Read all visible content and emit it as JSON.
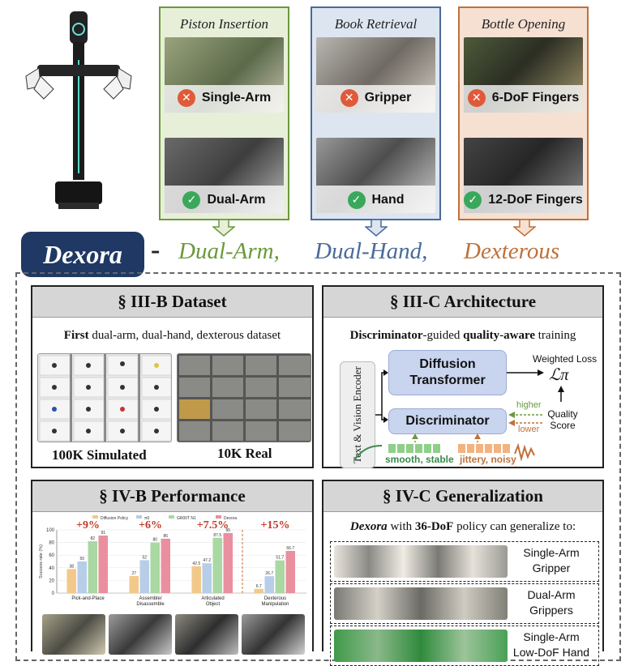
{
  "tasks": [
    {
      "title": "Piston Insertion",
      "fail": "Single-Arm",
      "pass": "Dual-Arm",
      "color": "#6a9a3c",
      "bg": "#e7efd9"
    },
    {
      "title": "Book Retrieval",
      "fail": "Gripper",
      "pass": "Hand",
      "color": "#4a6a9a",
      "bg": "#dde5f1"
    },
    {
      "title": "Bottle Opening",
      "fail": "6-DoF Fingers",
      "pass": "12-DoF Fingers",
      "color": "#c0703a",
      "bg": "#f6e0d2"
    }
  ],
  "brand": "Dexora",
  "dash": "-",
  "words": [
    {
      "text": "Dual-Arm,",
      "color": "#6a9a3c"
    },
    {
      "text": "Dual-Hand,",
      "color": "#4a6a9a"
    },
    {
      "text": "Dexterous",
      "color": "#c0703a"
    }
  ],
  "dataset": {
    "title": "§ III-B  Dataset",
    "sub_bold": "First",
    "sub_rest": " dual-arm, dual-hand, dexterous dataset",
    "sim_caption": "100K Simulated",
    "real_caption": "10K Real"
  },
  "arch": {
    "title": "§ III-C Architecture",
    "sub_b1": "Discriminator",
    "sub_m1": "-guided ",
    "sub_b2": "quality-aware",
    "sub_m2": " training",
    "encoder": "Text & Vision Encoder",
    "diffusion": "Diffusion Transformer",
    "discriminator": "Discriminator",
    "weighted_loss": "Weighted Loss",
    "loss_symbol": "ℒπ",
    "higher": "higher",
    "lower": "lower",
    "quality_score": "Quality Score",
    "smooth": "smooth, stable",
    "jittery": "jittery, noisy"
  },
  "performance": {
    "title": "§ IV-B Performance"
  },
  "chart_data": {
    "type": "bar",
    "categories": [
      "Pick-and-Place",
      "Assemble/Disassemble",
      "Articulated Object",
      "Dexterous Manipulation"
    ],
    "series": [
      {
        "name": "Diffusion Policy",
        "values": [
          38,
          27,
          42.5,
          6.7
        ],
        "color": "#f2c98a"
      },
      {
        "name": "π0",
        "values": [
          50,
          52,
          47.2,
          26.7
        ],
        "color": "#b7cde8"
      },
      {
        "name": "GR00T N1",
        "values": [
          82,
          80,
          87.5,
          51.7
        ],
        "color": "#a9d8a2"
      },
      {
        "name": "Dexora",
        "values": [
          91,
          86,
          95,
          66.7
        ],
        "color": "#ea8f9e"
      }
    ],
    "improvements": [
      "+9%",
      "+6%",
      "+7.5%",
      "+15%"
    ],
    "ylabel": "Success rate (%)",
    "ylim": [
      0,
      100
    ],
    "yticks": [
      0,
      20,
      40,
      60,
      80,
      100
    ],
    "legend": "top"
  },
  "generalization": {
    "title": "§ IV-C Generalization",
    "sub_b1": "Dexora",
    "sub_m1": " with ",
    "sub_b2": "36-DoF",
    "sub_m2": " policy can generalize to:",
    "rows": [
      {
        "l1": "Single-Arm",
        "l2": "Gripper"
      },
      {
        "l1": "Dual-Arm",
        "l2": "Grippers"
      },
      {
        "l1": "Single-Arm",
        "l2": "Low-DoF Hand"
      }
    ]
  },
  "icons": {
    "fail": "cross-circle-icon",
    "pass": "check-circle-icon"
  }
}
